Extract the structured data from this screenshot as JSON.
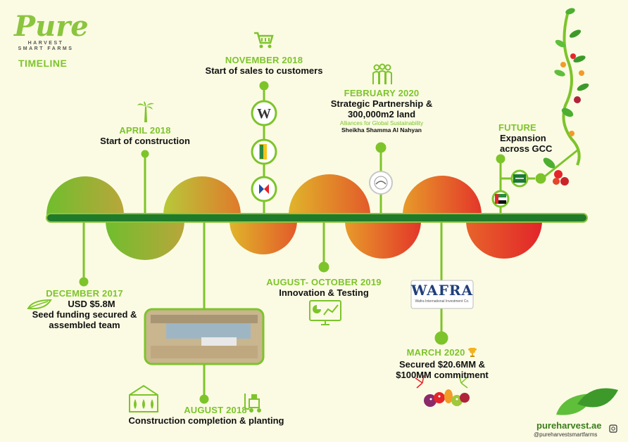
{
  "brand": {
    "logo_word": "Pure",
    "logo_sub_1": "HARVEST",
    "logo_sub_2": "SMART FARMS",
    "timeline_label": "TIMELINE"
  },
  "events": {
    "dec2017": {
      "date": "DECEMBER 2017",
      "line1": "USD $5.8M",
      "line2": "Seed funding secured &",
      "line3": "assembled team"
    },
    "apr2018": {
      "date": "APRIL 2018",
      "line1": "Start of construction"
    },
    "aug2018": {
      "date": "AUGUST 2018",
      "line1": "Construction completion & planting"
    },
    "nov2018": {
      "date": "NOVEMBER 2018",
      "line1": "Start of sales to customers"
    },
    "aug2019": {
      "date": "AUGUST- OCTOBER 2019",
      "line1": "Innovation & Testing"
    },
    "feb2020": {
      "date": "FEBRUARY 2020",
      "line1": "Strategic Partnership &",
      "line2": "300,000m2 land",
      "small1": "Alliances for Global Sustainability",
      "small2": "Sheikha Shamma Al Nahyan"
    },
    "mar2020": {
      "date": "MARCH 2020",
      "line1": "Secured $20.6MM &",
      "line2": "$100MM commitment"
    },
    "future": {
      "date": "FUTURE",
      "line1": "Expansion",
      "line2": "across GCC"
    }
  },
  "partners": {
    "wafra_logo": "WAFRA",
    "wafra_sub": "Wafra International Investment Co."
  },
  "footer": {
    "website": "pureharvest.ae",
    "instagram": "@pureharvestsmartfarms"
  },
  "colors": {
    "background": "#fbfbe4",
    "bar": "#1f7a2a",
    "accent": "#7dc42a",
    "sun_start": "#7dc42a",
    "sun_end": "#e5252a"
  },
  "icons": [
    "palm-tree-icon",
    "cart-icon",
    "people-icon",
    "leaf-icon",
    "greenhouse-icon",
    "forklift-icon",
    "monitor-chart-icon",
    "trophy-icon",
    "vegetables-icon",
    "uae-flag-icon",
    "saudi-flag-icon",
    "instagram-icon"
  ]
}
